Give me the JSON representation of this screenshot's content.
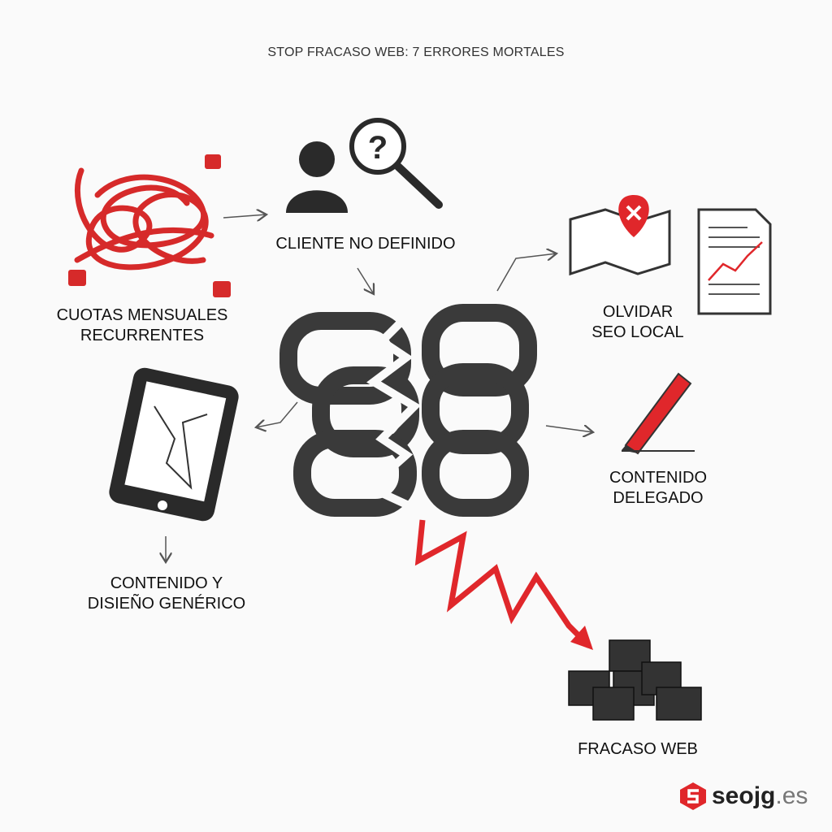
{
  "title": "STOP FRACASO WEB: 7 ERRORES MORTALES",
  "nodes": [
    {
      "id": "cuotas",
      "line1": "CUOTAS MENSUALES",
      "line2": "RECURRENTES",
      "icon": "tangled-rope-locks-icon"
    },
    {
      "id": "cliente",
      "line1": "CLIENTE NO DEFINIDO",
      "icon": "person-question-magnifier-icon"
    },
    {
      "id": "seo",
      "line1": "OLVIDAR",
      "line2": "SEO LOCAL",
      "icon": "map-pin-x-icon"
    },
    {
      "id": "contenido-delegado",
      "line1": "CONTENIDO",
      "line2": "DELEGADO",
      "icon": "pen-icon"
    },
    {
      "id": "generico",
      "line1": "CONTENIDO Y",
      "line2": "DISIEÑO GENÉRICO",
      "icon": "cracked-phone-icon"
    },
    {
      "id": "fracaso",
      "line1": "FRACASO WEB",
      "icon": "broken-blocks-icon"
    }
  ],
  "logo": {
    "name": "seojg",
    "tld": ".es"
  },
  "colors": {
    "accent": "#e0272b",
    "dark": "#3a3a3a"
  }
}
